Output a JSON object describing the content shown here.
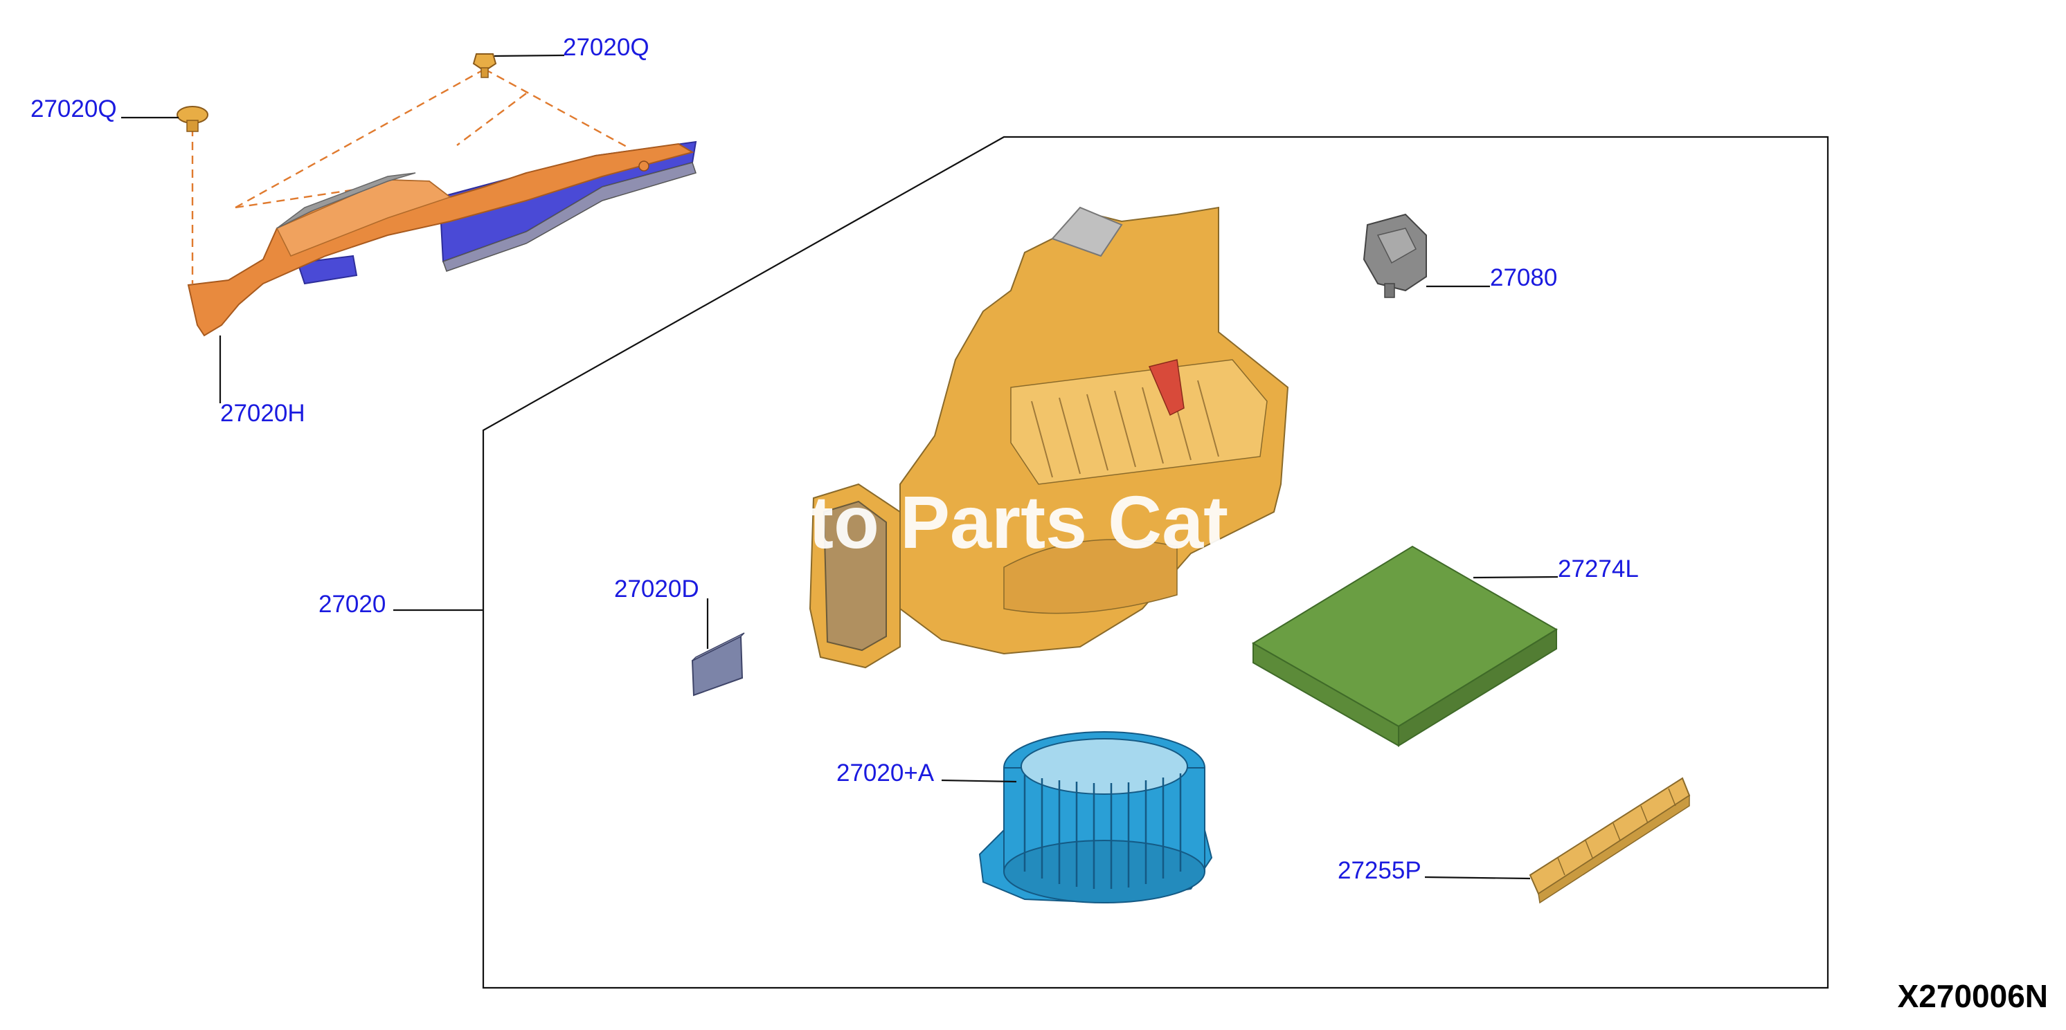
{
  "diagram": {
    "id": "X270006N",
    "watermark": "to Parts Cat"
  },
  "callouts": {
    "clip_top": "27020Q",
    "clip_left": "27020Q",
    "duct": "27020H",
    "assembly": "27020",
    "cover": "27020D",
    "actuator": "27080",
    "filter": "27274L",
    "blower_motor": "27020+A",
    "grille": "27255P"
  },
  "colors": {
    "callout_text": "#1a1adf",
    "heater_case": "#e8ad45",
    "duct_orange": "#e88a3e",
    "duct_blue": "#4a4ad6",
    "filter_green": "#6a9e43",
    "blower_blue": "#2a9fd6",
    "cover_gray": "#7c84a8",
    "actuator_gray": "#8a8a8a",
    "grille_tan": "#e8b65a"
  }
}
